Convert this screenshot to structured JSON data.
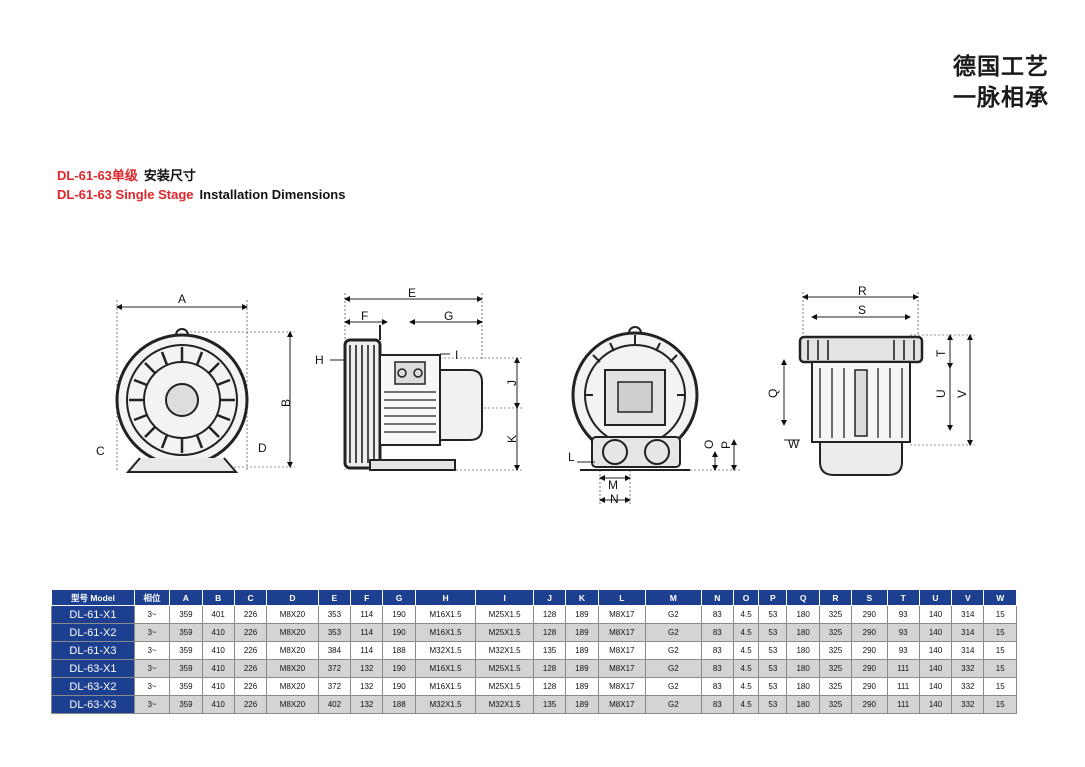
{
  "slogan": {
    "line1": "德国工艺",
    "line2": "一脉相承"
  },
  "heading": {
    "cn_model": "DL-61-63单级",
    "cn_title": "安装尺寸",
    "en_model": "DL-61-63 Single Stage",
    "en_title": "Installation Dimensions"
  },
  "drawing_labels": {
    "A": "A",
    "B": "B",
    "C": "C",
    "D": "D",
    "E": "E",
    "F": "F",
    "G": "G",
    "H": "H",
    "I": "I",
    "J": "J",
    "K": "K",
    "L": "L",
    "M": "M",
    "N": "N",
    "O": "O",
    "P": "P",
    "Q": "Q",
    "R": "R",
    "S": "S",
    "T": "T",
    "U": "U",
    "V": "V",
    "W": "W"
  },
  "table": {
    "headers": [
      "型号 Model",
      "相位",
      "A",
      "B",
      "C",
      "D",
      "E",
      "F",
      "G",
      "H",
      "I",
      "J",
      "K",
      "L",
      "M",
      "N",
      "O",
      "P",
      "Q",
      "R",
      "S",
      "T",
      "U",
      "V",
      "W"
    ],
    "rows": [
      [
        "DL-61-X1",
        "3~",
        "359",
        "401",
        "226",
        "M8X20",
        "353",
        "114",
        "190",
        "M16X1.5",
        "M25X1.5",
        "128",
        "189",
        "M8X17",
        "G2",
        "83",
        "4.5",
        "53",
        "180",
        "325",
        "290",
        "93",
        "140",
        "314",
        "15"
      ],
      [
        "DL-61-X2",
        "3~",
        "359",
        "410",
        "226",
        "M8X20",
        "353",
        "114",
        "190",
        "M16X1.5",
        "M25X1.5",
        "128",
        "189",
        "M8X17",
        "G2",
        "83",
        "4.5",
        "53",
        "180",
        "325",
        "290",
        "93",
        "140",
        "314",
        "15"
      ],
      [
        "DL-61-X3",
        "3~",
        "359",
        "410",
        "226",
        "M8X20",
        "384",
        "114",
        "188",
        "M32X1.5",
        "M32X1.5",
        "135",
        "189",
        "M8X17",
        "G2",
        "83",
        "4.5",
        "53",
        "180",
        "325",
        "290",
        "93",
        "140",
        "314",
        "15"
      ],
      [
        "DL-63-X1",
        "3~",
        "359",
        "410",
        "226",
        "M8X20",
        "372",
        "132",
        "190",
        "M16X1.5",
        "M25X1.5",
        "128",
        "189",
        "M8X17",
        "G2",
        "83",
        "4.5",
        "53",
        "180",
        "325",
        "290",
        "111",
        "140",
        "332",
        "15"
      ],
      [
        "DL-63-X2",
        "3~",
        "359",
        "410",
        "226",
        "M8X20",
        "372",
        "132",
        "190",
        "M16X1.5",
        "M25X1.5",
        "128",
        "189",
        "M8X17",
        "G2",
        "83",
        "4.5",
        "53",
        "180",
        "325",
        "290",
        "111",
        "140",
        "332",
        "15"
      ],
      [
        "DL-63-X3",
        "3~",
        "359",
        "410",
        "226",
        "M8X20",
        "402",
        "132",
        "188",
        "M32X1.5",
        "M32X1.5",
        "135",
        "189",
        "M8X17",
        "G2",
        "83",
        "4.5",
        "53",
        "180",
        "325",
        "290",
        "111",
        "140",
        "332",
        "15"
      ]
    ]
  }
}
